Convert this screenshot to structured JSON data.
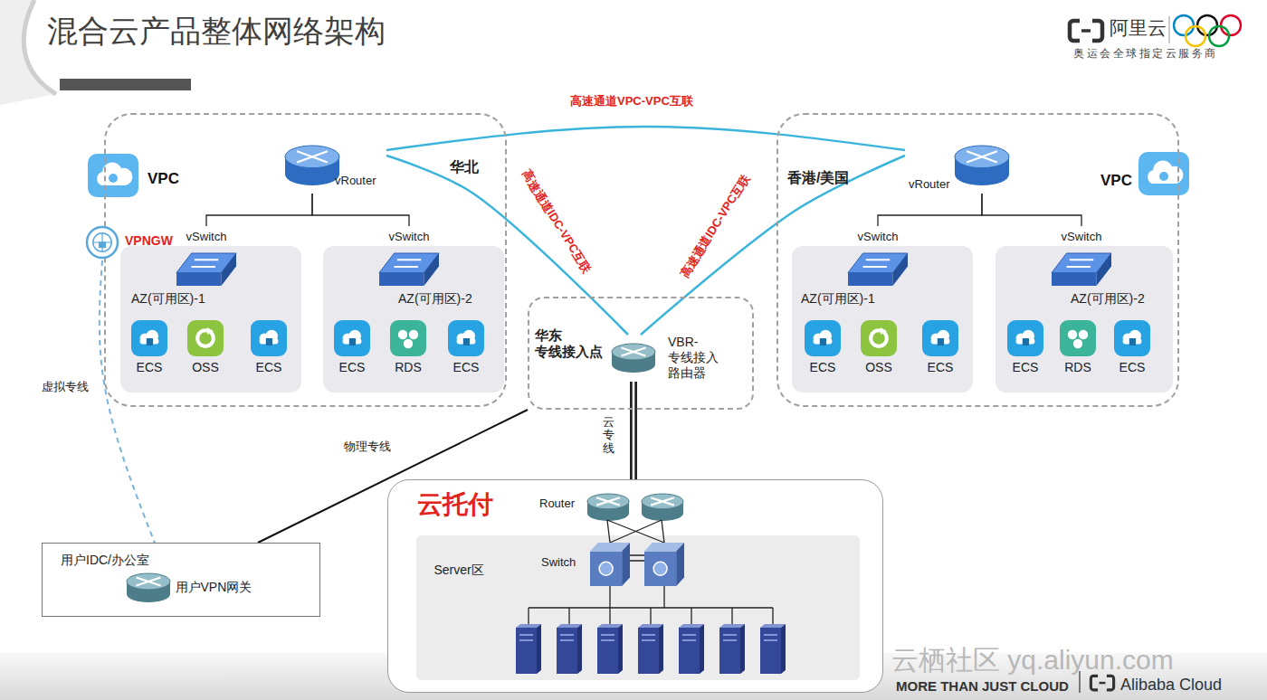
{
  "diagram": {
    "title": "混合云产品整体网络架构",
    "nodes": [
      {
        "text": [
          "华北"
        ]
      },
      {
        "text": [
          "vRouter"
        ],
        "in": 0
      },
      {
        "text": [
          "vSwitch",
          "AZ(可用区)-1"
        ],
        "in": 0
      },
      {
        "text": [
          "ECS"
        ],
        "in": 2
      },
      {
        "text": [
          "OSS"
        ],
        "in": 2
      },
      {
        "text": [
          "ECS"
        ],
        "in": 2
      },
      {
        "text": [
          "vSwitch",
          "AZ(可用区)-2"
        ],
        "in": 0
      },
      {
        "text": [
          "ECS"
        ],
        "in": 6
      },
      {
        "text": [
          "RDS"
        ],
        "in": 6
      },
      {
        "text": [
          "ECS"
        ],
        "in": 6
      },
      {
        "text": [
          "VPNGW"
        ]
      },
      {
        "text": [
          "香港/美国"
        ]
      },
      {
        "text": [
          "vRouter"
        ],
        "in": 11
      },
      {
        "text": [
          "vSwitch",
          "AZ(可用区)-1"
        ],
        "in": 11
      },
      {
        "text": [
          "ECS"
        ],
        "in": 13
      },
      {
        "text": [
          "OSS"
        ],
        "in": 13
      },
      {
        "text": [
          "ECS"
        ],
        "in": 13
      },
      {
        "text": [
          "vSwitch",
          "AZ(可用区)-2"
        ],
        "in": 11
      },
      {
        "text": [
          "ECS"
        ],
        "in": 17
      },
      {
        "text": [
          "RDS"
        ],
        "in": 17
      },
      {
        "text": [
          "ECS"
        ],
        "in": 17
      },
      {
        "text": [
          "华东 专线接入点"
        ]
      },
      {
        "text": [
          "VBR- 专线接入 路由器"
        ],
        "in": 21
      },
      {
        "text": [
          "用户IDC/办公室"
        ]
      },
      {
        "text": [
          "用户VPN网关"
        ],
        "in": 23
      },
      {
        "text": [
          "云托付"
        ]
      },
      {
        "text": [
          "Server区"
        ],
        "in": 25
      }
    ],
    "edges": [
      {
        "from": 1,
        "to": 12,
        "arrow": "none",
        "label": "高速通道VPC-VPC互联"
      },
      {
        "from": 1,
        "to": 22,
        "arrow": "none",
        "label": "高速通道IDC-VPC互联"
      },
      {
        "from": 12,
        "to": 22,
        "arrow": "none",
        "label": "高速通道IDC-VPC互联"
      },
      {
        "from": 1,
        "to": 2,
        "arrow": "none"
      },
      {
        "from": 1,
        "to": 6,
        "arrow": "none"
      },
      {
        "from": 12,
        "to": 13,
        "arrow": "none"
      },
      {
        "from": 12,
        "to": 17,
        "arrow": "none"
      },
      {
        "from": 22,
        "to": 25,
        "arrow": "none",
        "label": "云专线"
      },
      {
        "from": 21,
        "to": 23,
        "arrow": "none",
        "label": "物理专线"
      },
      {
        "from": 10,
        "to": 24,
        "arrow": "none",
        "label": "虚拟专线"
      }
    ],
    "labels": [
      "VPC",
      "VPC",
      "Router",
      "Switch",
      "阿里云",
      "奥运会全球指定云服务商",
      "云栖社区 yq.aliyun.com",
      "MORE THAN JUST CLOUD",
      "Alibaba Cloud"
    ]
  }
}
